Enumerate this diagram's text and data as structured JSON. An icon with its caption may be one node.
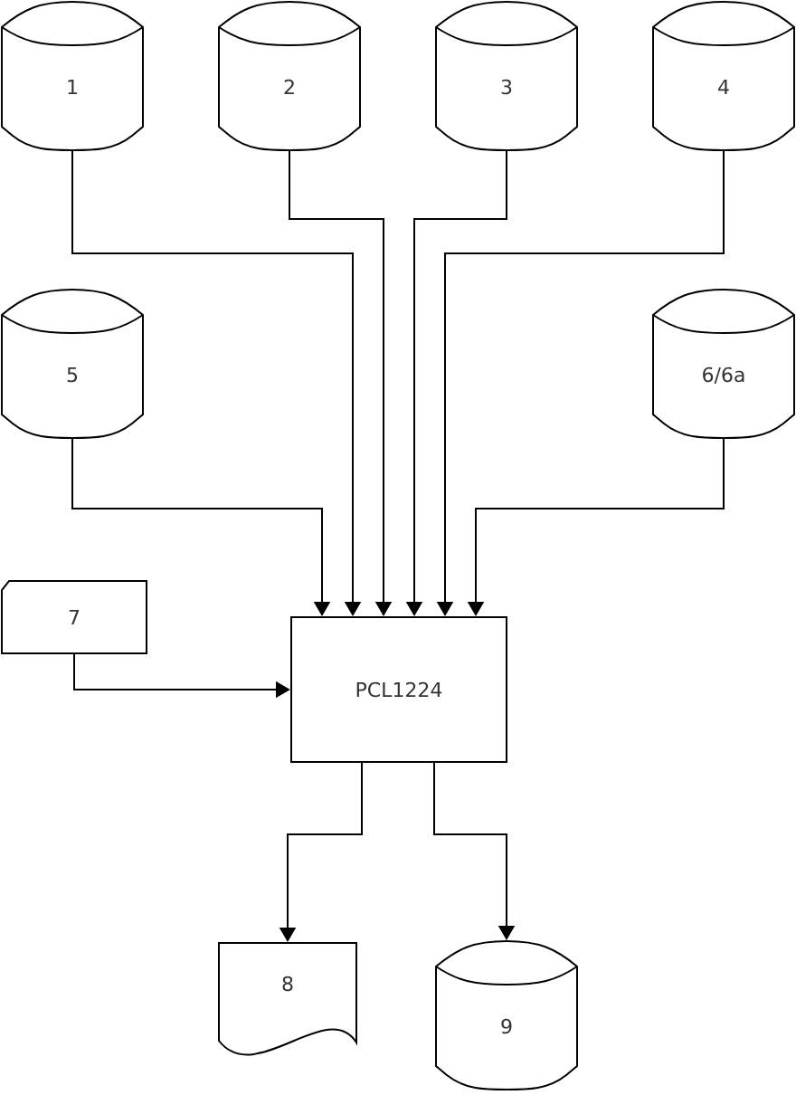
{
  "diagram": {
    "nodes": [
      {
        "text": [
          "1"
        ]
      },
      {
        "text": [
          "2"
        ]
      },
      {
        "text": [
          "3"
        ]
      },
      {
        "text": [
          "4"
        ]
      },
      {
        "text": [
          "5"
        ]
      },
      {
        "text": [
          "6/6a"
        ]
      },
      {
        "text": [
          "7"
        ]
      },
      {
        "text": [
          "PCL1224"
        ]
      },
      {
        "text": [
          "8"
        ]
      },
      {
        "text": [
          "9"
        ]
      }
    ],
    "edges": [
      {
        "from": 0,
        "to": 7,
        "arrow": "to"
      },
      {
        "from": 1,
        "to": 7,
        "arrow": "to"
      },
      {
        "from": 2,
        "to": 7,
        "arrow": "to"
      },
      {
        "from": 3,
        "to": 7,
        "arrow": "to"
      },
      {
        "from": 4,
        "to": 7,
        "arrow": "to"
      },
      {
        "from": 5,
        "to": 7,
        "arrow": "to"
      },
      {
        "from": 6,
        "to": 7,
        "arrow": "to"
      },
      {
        "from": 7,
        "to": 8,
        "arrow": "to"
      },
      {
        "from": 7,
        "to": 9,
        "arrow": "to"
      }
    ]
  }
}
